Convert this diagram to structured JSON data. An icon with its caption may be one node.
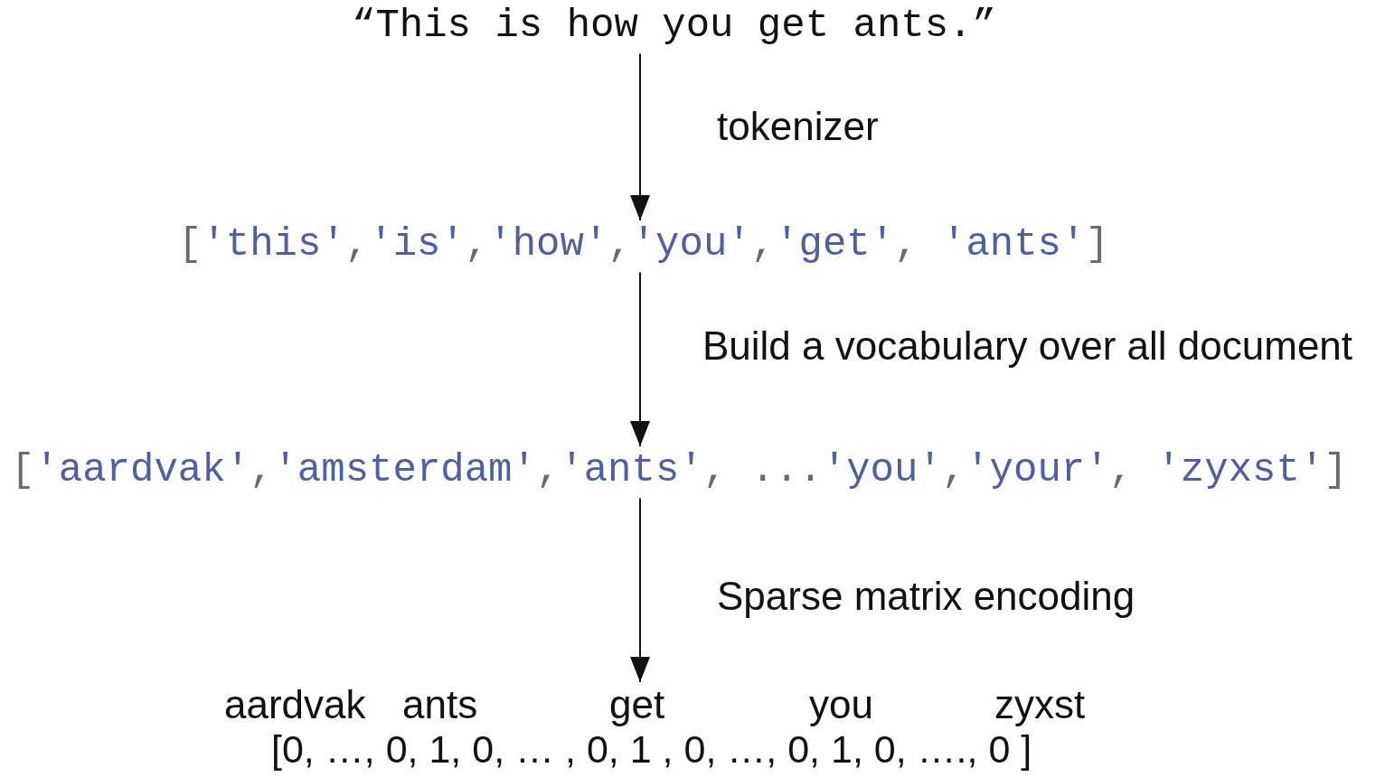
{
  "diagram": {
    "nodes": [
      {
        "text": [
          "“This is how you get ants.”"
        ]
      },
      {
        "text": [
          "['this','is','how','you','get', 'ants']"
        ]
      },
      {
        "text": [
          "['aardvak','amsterdam','ants', ...'you','your', 'zyxst']"
        ]
      },
      {
        "text": [
          "aardvak",
          "ants",
          "get",
          "you",
          "zyxst",
          "[0, …, 0, 1, 0, … , 0, 1 , 0, …, 0, 1, 0, …., 0 ]"
        ]
      }
    ],
    "edges": [
      {
        "from": 0,
        "to": 1,
        "arrow": "to",
        "label": "tokenizer"
      },
      {
        "from": 1,
        "to": 2,
        "arrow": "to",
        "label": "Build a vocabulary over all document"
      },
      {
        "from": 2,
        "to": 3,
        "arrow": "to",
        "label": "Sparse matrix encoding"
      }
    ]
  }
}
